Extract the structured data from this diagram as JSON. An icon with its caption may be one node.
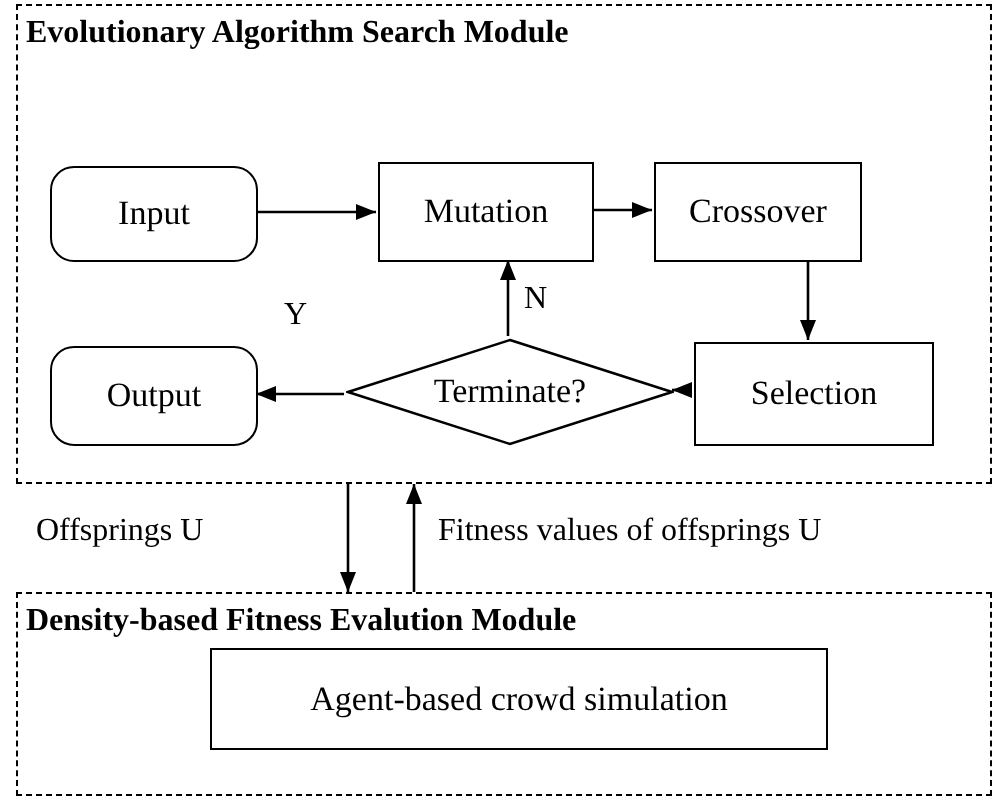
{
  "diagram": {
    "nodes": [
      {
        "text": [
          "Evolutionary Algorithm Search Module"
        ]
      },
      {
        "text": [
          "Input"
        ],
        "in": 0
      },
      {
        "text": [
          "Mutation"
        ],
        "in": 0
      },
      {
        "text": [
          "Crossover"
        ],
        "in": 0
      },
      {
        "text": [
          "Selection"
        ],
        "in": 0
      },
      {
        "text": [
          "Terminate?"
        ],
        "in": 0
      },
      {
        "text": [
          "Output"
        ],
        "in": 0
      },
      {
        "text": [
          "Density-based Fitness Evalution Module"
        ]
      },
      {
        "text": [
          "Agent-based crowd simulation"
        ],
        "in": 7
      }
    ],
    "edges": [
      {
        "from": 1,
        "to": 2,
        "arrow": "to"
      },
      {
        "from": 2,
        "to": 3,
        "arrow": "to"
      },
      {
        "from": 3,
        "to": 4,
        "arrow": "to"
      },
      {
        "from": 4,
        "to": 5,
        "arrow": "to"
      },
      {
        "from": 5,
        "to": 2,
        "arrow": "to",
        "label": "N"
      },
      {
        "from": 5,
        "to": 6,
        "arrow": "to",
        "label": "Y"
      },
      {
        "from": 0,
        "to": 7,
        "arrow": "to",
        "label": "Offsprings U"
      },
      {
        "from": 7,
        "to": 0,
        "arrow": "to",
        "label": "Fitness values of offsprings U"
      }
    ]
  }
}
